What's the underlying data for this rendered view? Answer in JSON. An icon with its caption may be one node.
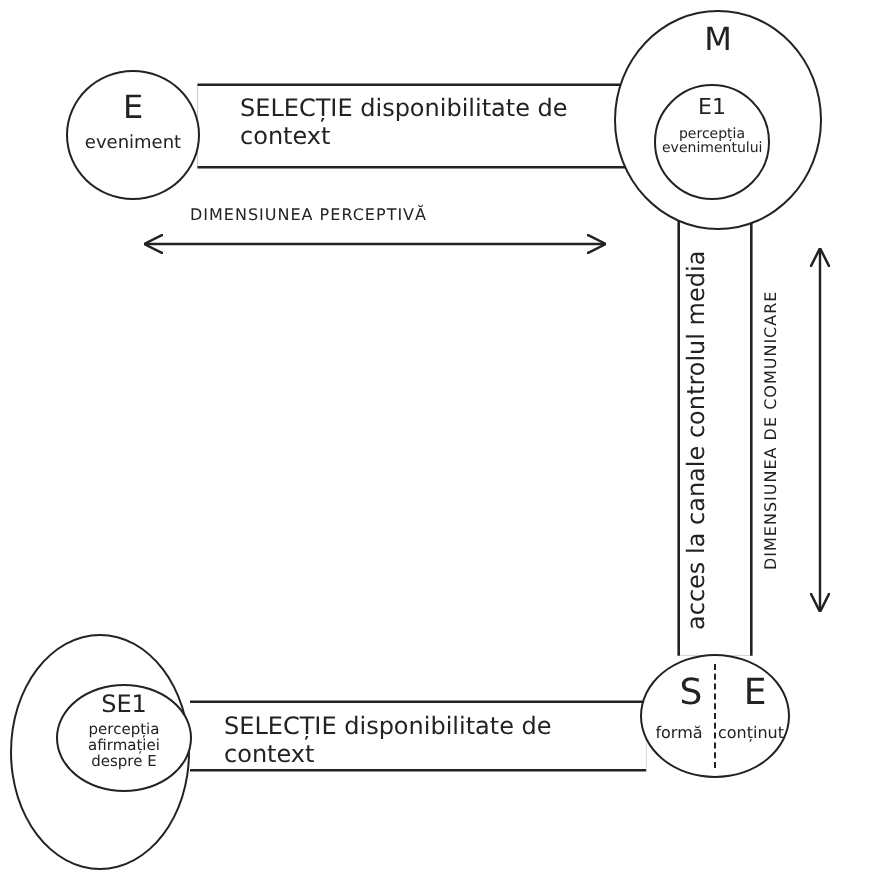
{
  "diagram": {
    "nodes": [
      {
        "text": [
          "E",
          "eveniment"
        ]
      },
      {
        "text": [
          "M"
        ]
      },
      {
        "text": [
          "E1",
          "percepția evenimentului"
        ],
        "in": 1
      },
      {
        "text": [],
        "shape": "circle"
      },
      {
        "text": [
          "SE1",
          "percepția afirmației despre E"
        ],
        "in": 3
      },
      {
        "text": [
          "S",
          "E",
          "formă",
          "conținut"
        ]
      }
    ],
    "edges": [
      {
        "from": 0,
        "to": 2,
        "arrow": "none",
        "label": "SELECȚIE disponibilitate de context"
      },
      {
        "from": 2,
        "to": 5,
        "arrow": "none",
        "label": "acces la canale controlul media"
      },
      {
        "from": 5,
        "to": 4,
        "arrow": "none",
        "label": "SELECȚIE disponibilitate de context"
      }
    ],
    "labels": [
      "DIMENSIUNEA PERCEPTIVĂ",
      "DIMENSIUNEA DE COMUNICARE"
    ]
  }
}
